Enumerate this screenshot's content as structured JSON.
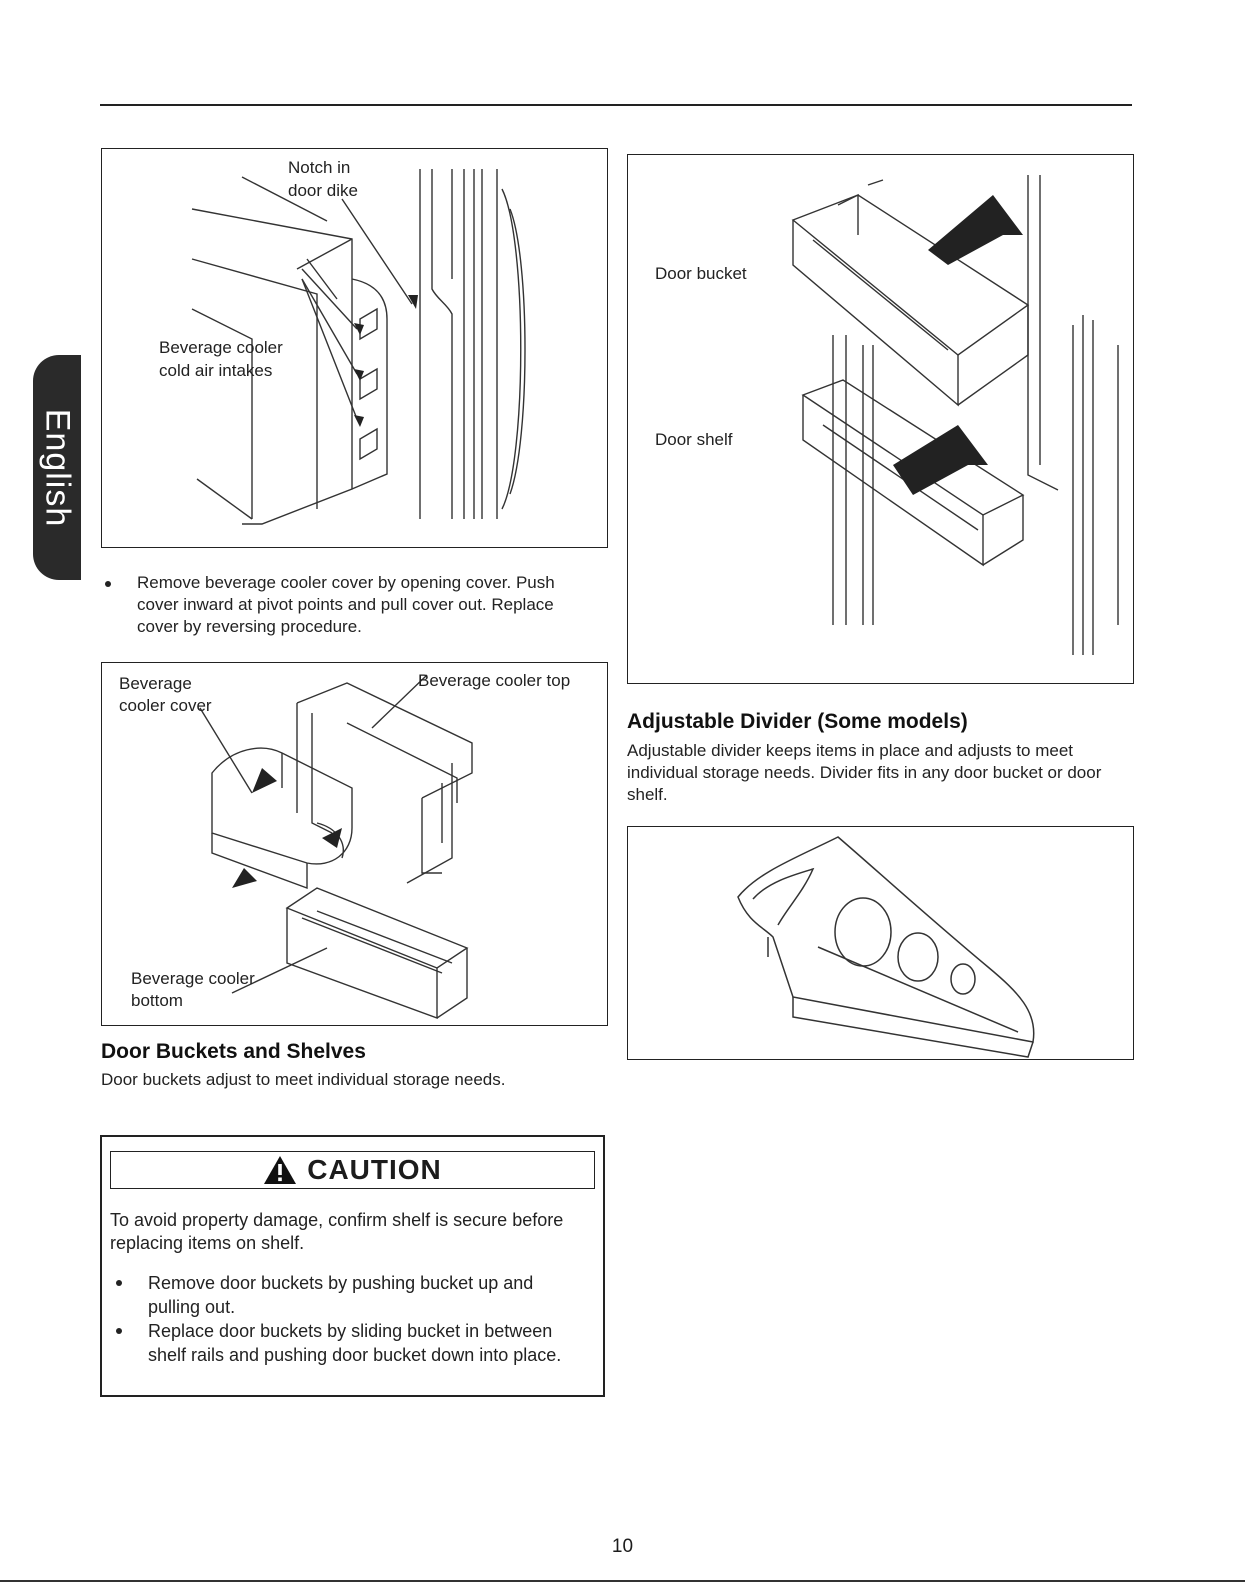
{
  "side_tab": {
    "label": "English"
  },
  "figure_cooler_intakes": {
    "label_notch": [
      "Notch in",
      "door dike"
    ],
    "label_intakes": [
      "Beverage cooler",
      "cold air intakes"
    ]
  },
  "cooler_removal_steps": [
    "Remove beverage cooler cover by opening cover. Push cover inward at pivot points and pull cover out. Replace cover by reversing procedure."
  ],
  "figure_cooler_parts": {
    "label_cover": [
      "Beverage",
      "cooler cover"
    ],
    "label_top": "Beverage cooler top",
    "label_bottom": [
      "Beverage cooler",
      "bottom"
    ]
  },
  "door_buckets_section": {
    "heading": "Door Buckets and Shelves",
    "body": "Door buckets adjust to meet individual storage needs."
  },
  "caution": {
    "title": "CAUTION",
    "intro": "To avoid property damage, confirm shelf is secure before replacing items on shelf.",
    "items": [
      "Remove door buckets by pushing bucket up and pulling out.",
      "Replace door buckets by sliding bucket in between shelf rails and pushing door bucket down into place."
    ]
  },
  "figure_door_bucket": {
    "label_bucket": "Door bucket",
    "label_shelf": "Door shelf"
  },
  "adjustable_divider_section": {
    "heading": "Adjustable Divider (Some models)",
    "body": "Adjustable divider keeps items in place and adjusts to meet individual storage needs. Divider fits in any door bucket or door shelf."
  },
  "page_number": "10"
}
